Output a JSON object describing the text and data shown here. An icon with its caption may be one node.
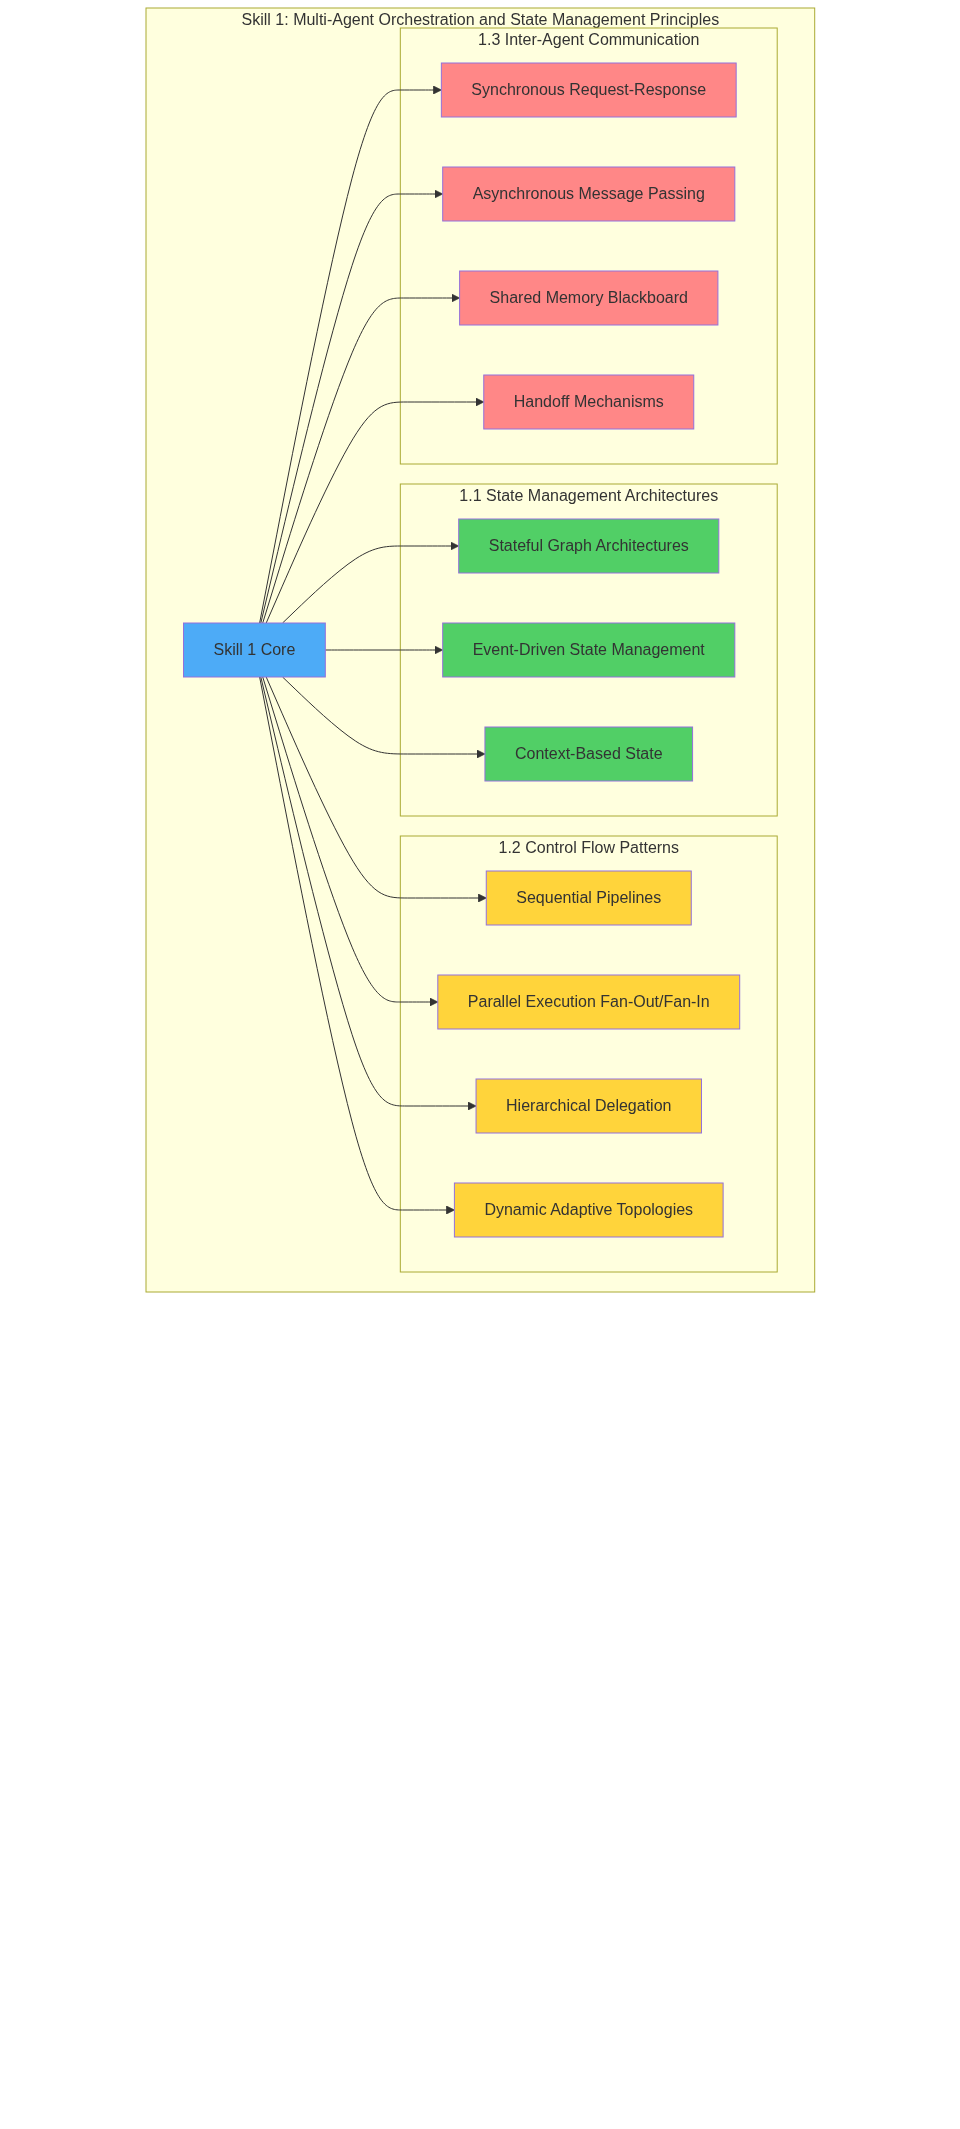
{
  "diagram": {
    "nodes": [
      {
        "text": [
          "Skill 1: Multi-Agent Orchestration and State Management Principles"
        ]
      },
      {
        "text": [
          "Skill 1 Core"
        ],
        "in": 0
      },
      {
        "text": [
          "1.1 State Management Architectures"
        ],
        "in": 0
      },
      {
        "text": [
          "Stateful Graph Architectures"
        ],
        "in": 2
      },
      {
        "text": [
          "Event-Driven State Management"
        ],
        "in": 2
      },
      {
        "text": [
          "Context-Based State"
        ],
        "in": 2
      },
      {
        "text": [
          "1.2 Control Flow Patterns"
        ],
        "in": 0
      },
      {
        "text": [
          "Sequential Pipelines"
        ],
        "in": 6
      },
      {
        "text": [
          "Parallel Execution Fan-Out/Fan-In"
        ],
        "in": 6
      },
      {
        "text": [
          "Hierarchical Delegation"
        ],
        "in": 6
      },
      {
        "text": [
          "Dynamic Adaptive Topologies"
        ],
        "in": 6
      },
      {
        "text": [
          "1.3 Inter-Agent Communication"
        ],
        "in": 0
      },
      {
        "text": [
          "Synchronous Request-Response"
        ],
        "in": 11
      },
      {
        "text": [
          "Asynchronous Message Passing"
        ],
        "in": 11
      },
      {
        "text": [
          "Shared Memory Blackboard"
        ],
        "in": 11
      },
      {
        "text": [
          "Handoff Mechanisms"
        ],
        "in": 11
      }
    ],
    "edges": [
      {
        "from": 1,
        "to": 3,
        "arrow": "to"
      },
      {
        "from": 1,
        "to": 4,
        "arrow": "to"
      },
      {
        "from": 1,
        "to": 5,
        "arrow": "to"
      },
      {
        "from": 1,
        "to": 7,
        "arrow": "to"
      },
      {
        "from": 1,
        "to": 8,
        "arrow": "to"
      },
      {
        "from": 1,
        "to": 9,
        "arrow": "to"
      },
      {
        "from": 1,
        "to": 10,
        "arrow": "to"
      },
      {
        "from": 1,
        "to": 12,
        "arrow": "to"
      },
      {
        "from": 1,
        "to": 13,
        "arrow": "to"
      },
      {
        "from": 1,
        "to": 14,
        "arrow": "to"
      },
      {
        "from": 1,
        "to": 15,
        "arrow": "to"
      }
    ]
  }
}
